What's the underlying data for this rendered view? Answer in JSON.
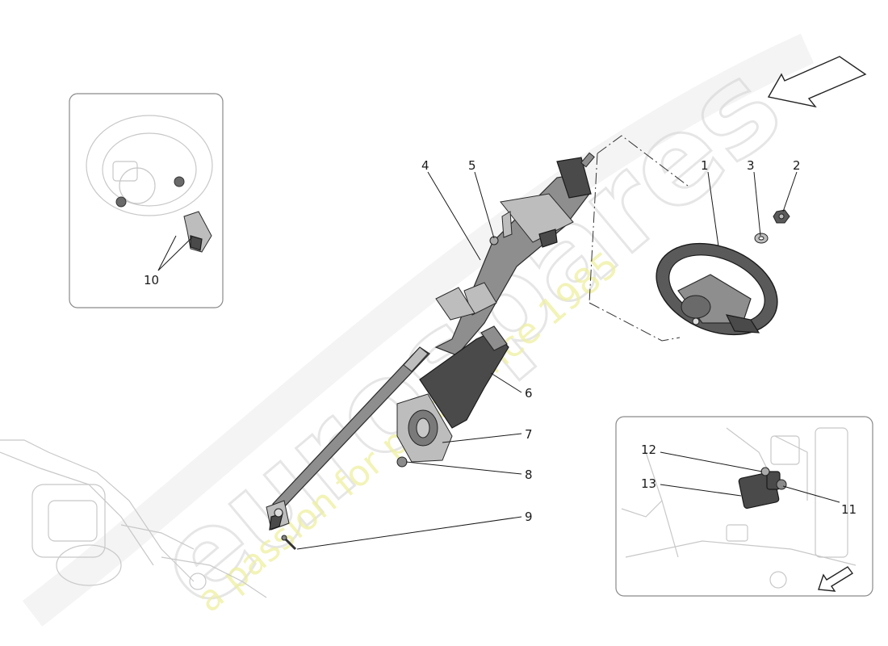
{
  "watermark": {
    "brand": "eurospares",
    "tagline": "a passion for parts since 1985"
  },
  "callouts": {
    "c1": "1",
    "c2": "2",
    "c3": "3",
    "c4": "4",
    "c5": "5",
    "c6": "6",
    "c7": "7",
    "c8": "8",
    "c9": "9",
    "c10": "10",
    "c11": "11",
    "c12": "12",
    "c13": "13"
  },
  "icons": {
    "direction_arrow": "arrow-icon",
    "steering_wheel": "steering-wheel-icon",
    "steering_column": "steering-column-icon"
  }
}
